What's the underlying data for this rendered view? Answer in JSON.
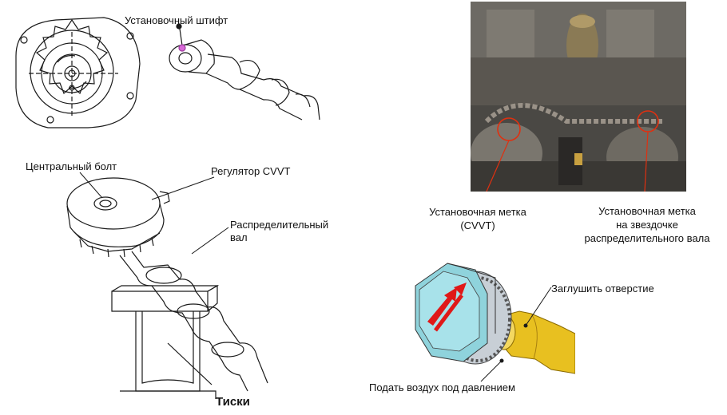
{
  "labels": {
    "pin": "Установочный штифт",
    "center_bolt": "Центральный болт",
    "cvvt_regulator": "Регулятор CVVT",
    "camshaft": [
      "Распределительный",
      "вал"
    ],
    "vise": "Тиски",
    "mark_cvvt": [
      "Установочная метка",
      "(CVVT)"
    ],
    "mark_sprocket": [
      "Установочная метка",
      "на звездочке",
      "распределительного вала"
    ],
    "plug_hole": "Заглушить отверстие",
    "air_supply": "Подать воздух под давлением"
  },
  "colors": {
    "line": "#1a1a1a",
    "pin_highlight": "#d86ad8",
    "mark_circle": "#e03010",
    "cvvt_body": "#8fd3dc",
    "arrow_red": "#e01818",
    "shaft_yellow": "#e8c020"
  }
}
